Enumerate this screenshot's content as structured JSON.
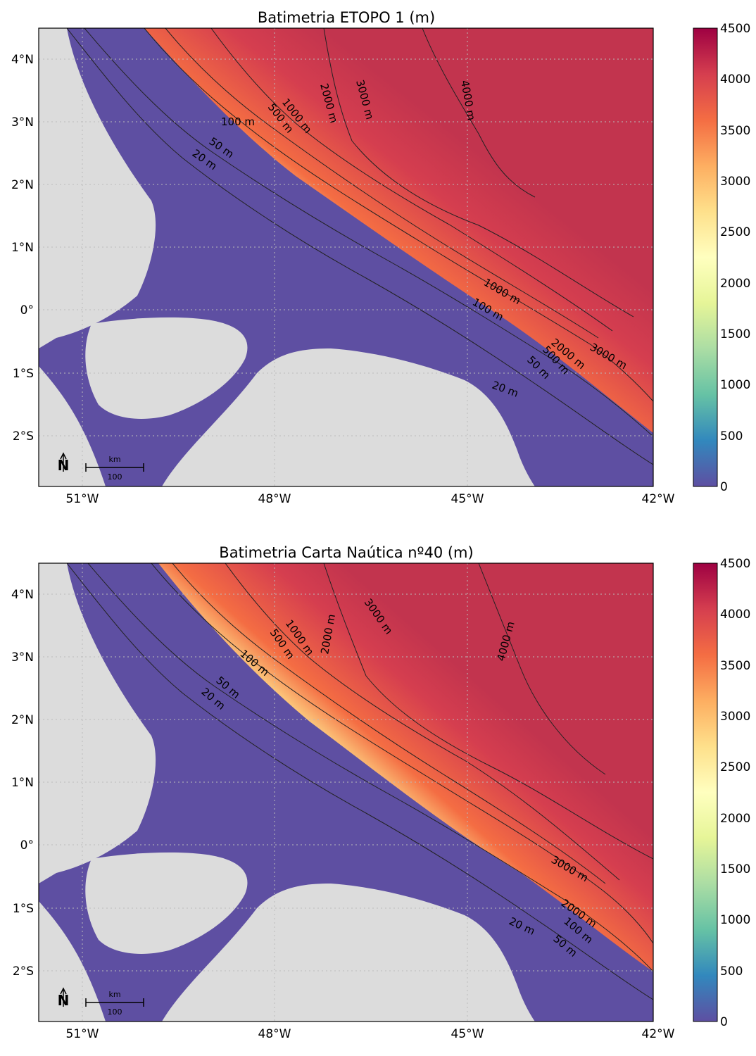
{
  "figure": {
    "colorbar": {
      "ticks": [
        "4500",
        "4000",
        "3500",
        "3000",
        "2500",
        "2000",
        "1500",
        "1000",
        "500",
        "0"
      ],
      "colors": [
        "#5e4fa2",
        "#3288bd",
        "#66c2a5",
        "#abdda4",
        "#e6f598",
        "#ffffbf",
        "#fee08b",
        "#fdae61",
        "#f46d43",
        "#d53e4f",
        "#9e0142"
      ]
    },
    "lat_labels": [
      "4°N",
      "3°N",
      "2°N",
      "1°N",
      "0°",
      "1°S",
      "2°S"
    ],
    "lon_labels": [
      "51°W",
      "48°W",
      "45°W",
      "42°W"
    ],
    "scale_bar": {
      "unit": "km",
      "value": "100"
    },
    "north_arrow": "N",
    "land_color": "#dcdcdc",
    "shelf_color": "#5e4fa2"
  },
  "panels": [
    {
      "title": "Batimetria ETOPO 1 (m)",
      "contour_labels": [
        "100 m",
        "1000 m",
        "500 m",
        "2000 m",
        "3000 m",
        "4000 m",
        "50 m",
        "20 m",
        "1000 m",
        "100 m",
        "2000 m",
        "500 m",
        "3000 m",
        "50 m",
        "20 m"
      ]
    },
    {
      "title": "Batimetria Carta Naútica nº40 (m)",
      "contour_labels": [
        "1000 m",
        "500 m",
        "2000 m",
        "3000 m",
        "4000 m",
        "100 m",
        "50 m",
        "20 m",
        "3000 m",
        "2000 m",
        "100 m",
        "20 m",
        "50 m"
      ]
    }
  ]
}
